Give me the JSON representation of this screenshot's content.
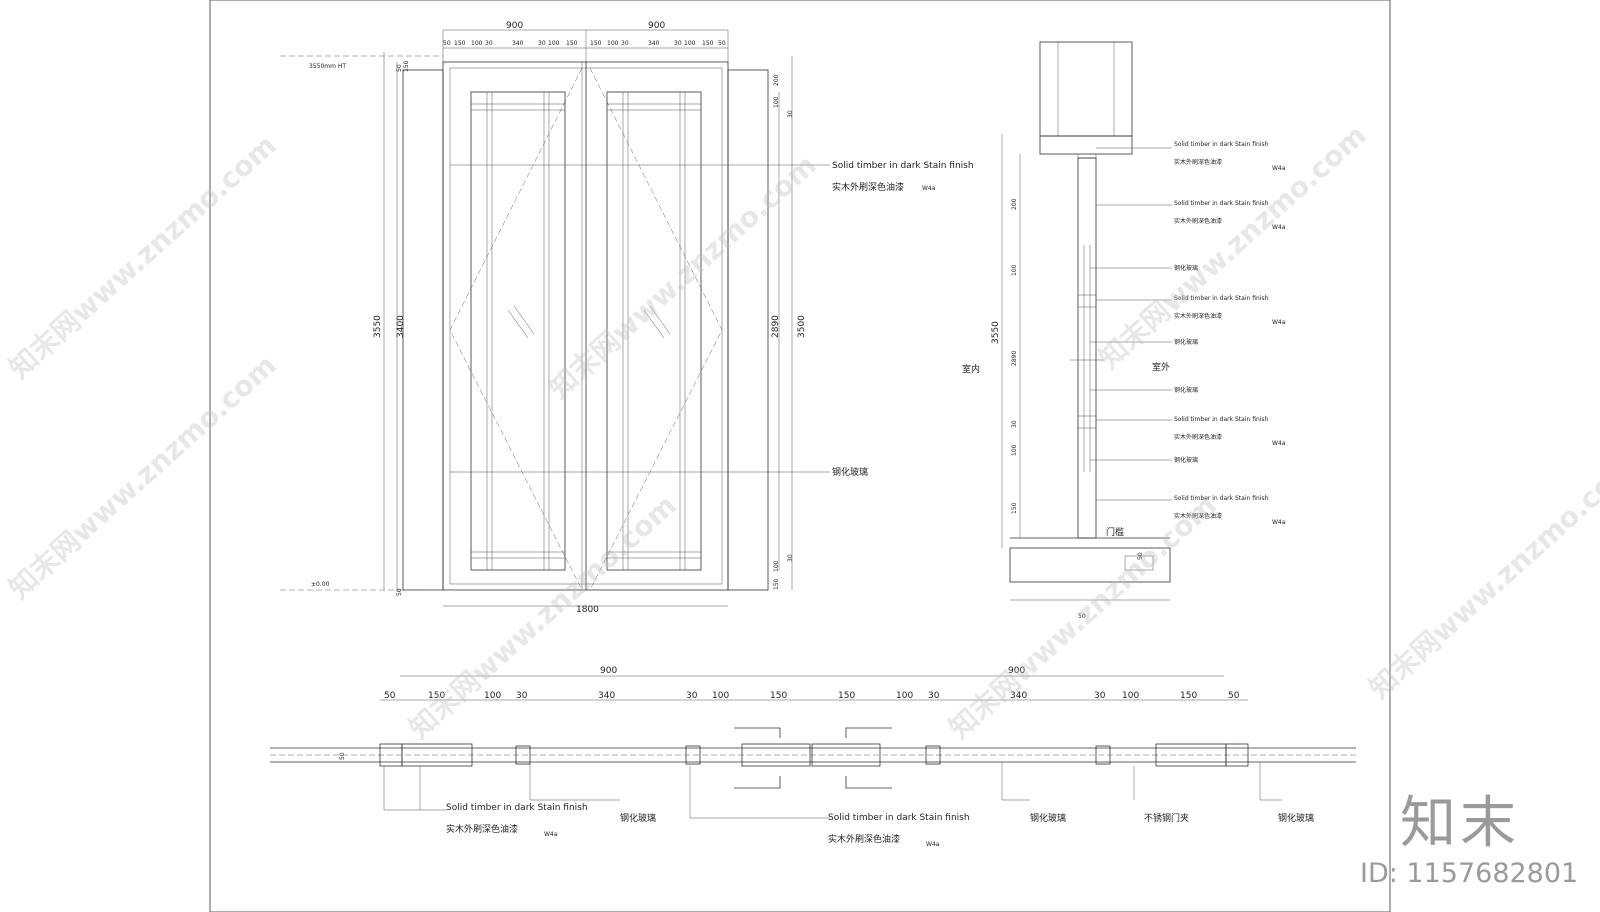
{
  "elevation": {
    "top_dims": [
      "900",
      "900"
    ],
    "sub_dims": [
      "50",
      "150",
      "100",
      "30",
      "340",
      "30",
      "100",
      "150",
      "150",
      "100",
      "30",
      "340",
      "30",
      "100",
      "150",
      "50"
    ],
    "height_3550": "3550",
    "height_3400": "3400",
    "height_2890": "2890",
    "height_3500": "3500",
    "dim_50_top": "50",
    "dim_150_top": "150",
    "dim_50_bot": "50",
    "dim_100_r": "100",
    "dim_200_r": "200",
    "dim_30_r": "30",
    "dim_30_r2": "30",
    "dim_100_r2": "100",
    "dim_150_r2": "150",
    "level_top": "3550mm HT",
    "level_bot": "±0.00",
    "width_total": "1800",
    "note_timber_en": "Solid timber in dark Stain finish",
    "note_timber_cn": "实木外刷深色油漆",
    "note_code": "W4a",
    "note_glass": "钢化玻璃"
  },
  "section": {
    "dims": [
      "200",
      "100",
      "2890",
      "30",
      "100",
      "150"
    ],
    "height": "3550",
    "inside": "室内",
    "outside": "室外",
    "threshold": "门槛",
    "dim_50": "50",
    "dim_50b": "50",
    "timber_en": "Solid timber in dark Stain finish",
    "timber_cn": "实木外刷深色油漆",
    "code": "W4a",
    "glass": "钢化玻璃"
  },
  "plan": {
    "top_dims": [
      "900",
      "900"
    ],
    "sub_dims": [
      "50",
      "150",
      "100",
      "30",
      "340",
      "30",
      "100",
      "150",
      "150",
      "100",
      "30",
      "340",
      "30",
      "100",
      "150",
      "50"
    ],
    "left_dim": "50",
    "timber_en": "Solid timber in dark Stain finish",
    "timber_cn": "实木外刷深色油漆",
    "code": "W4a",
    "glass": "钢化玻璃",
    "steel_clip": "不锈钢门夹"
  },
  "watermark": {
    "text": "知末网www.znzmo.com"
  },
  "brand": {
    "logo": "知末",
    "id": "ID: 1157682801"
  }
}
